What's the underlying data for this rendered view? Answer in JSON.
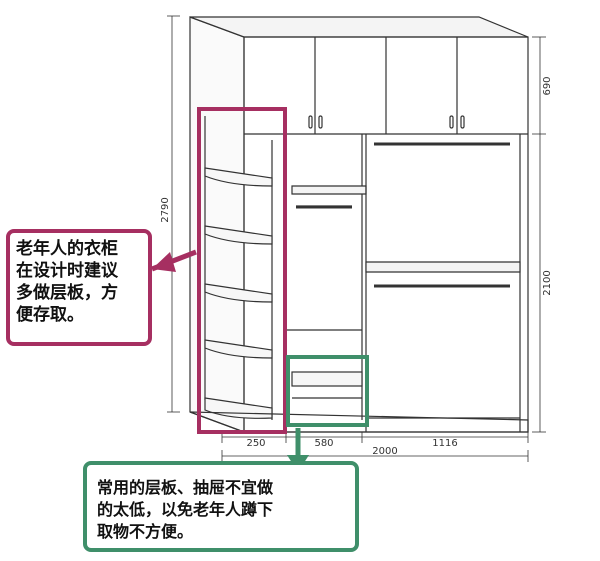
{
  "dimensions": {
    "total_height": "2790",
    "upper_cabinet_height": "690",
    "lower_height": "2100",
    "shelf_unit_width": "250",
    "middle_width": "580",
    "right_width": "1116",
    "total_width": "2000"
  },
  "callouts": {
    "left": {
      "lines": [
        "老年人的衣柜",
        "在设计时建议",
        "多做层板，方",
        "便存取。"
      ]
    },
    "bottom": {
      "lines": [
        "常用的层板、抽屉不宜做",
        "的太低，以免老年人蹲下",
        "取物不方便。"
      ]
    }
  },
  "colors": {
    "left_highlight": "#a62f61",
    "bottom_highlight": "#3f8f6a",
    "line": "#333333"
  }
}
